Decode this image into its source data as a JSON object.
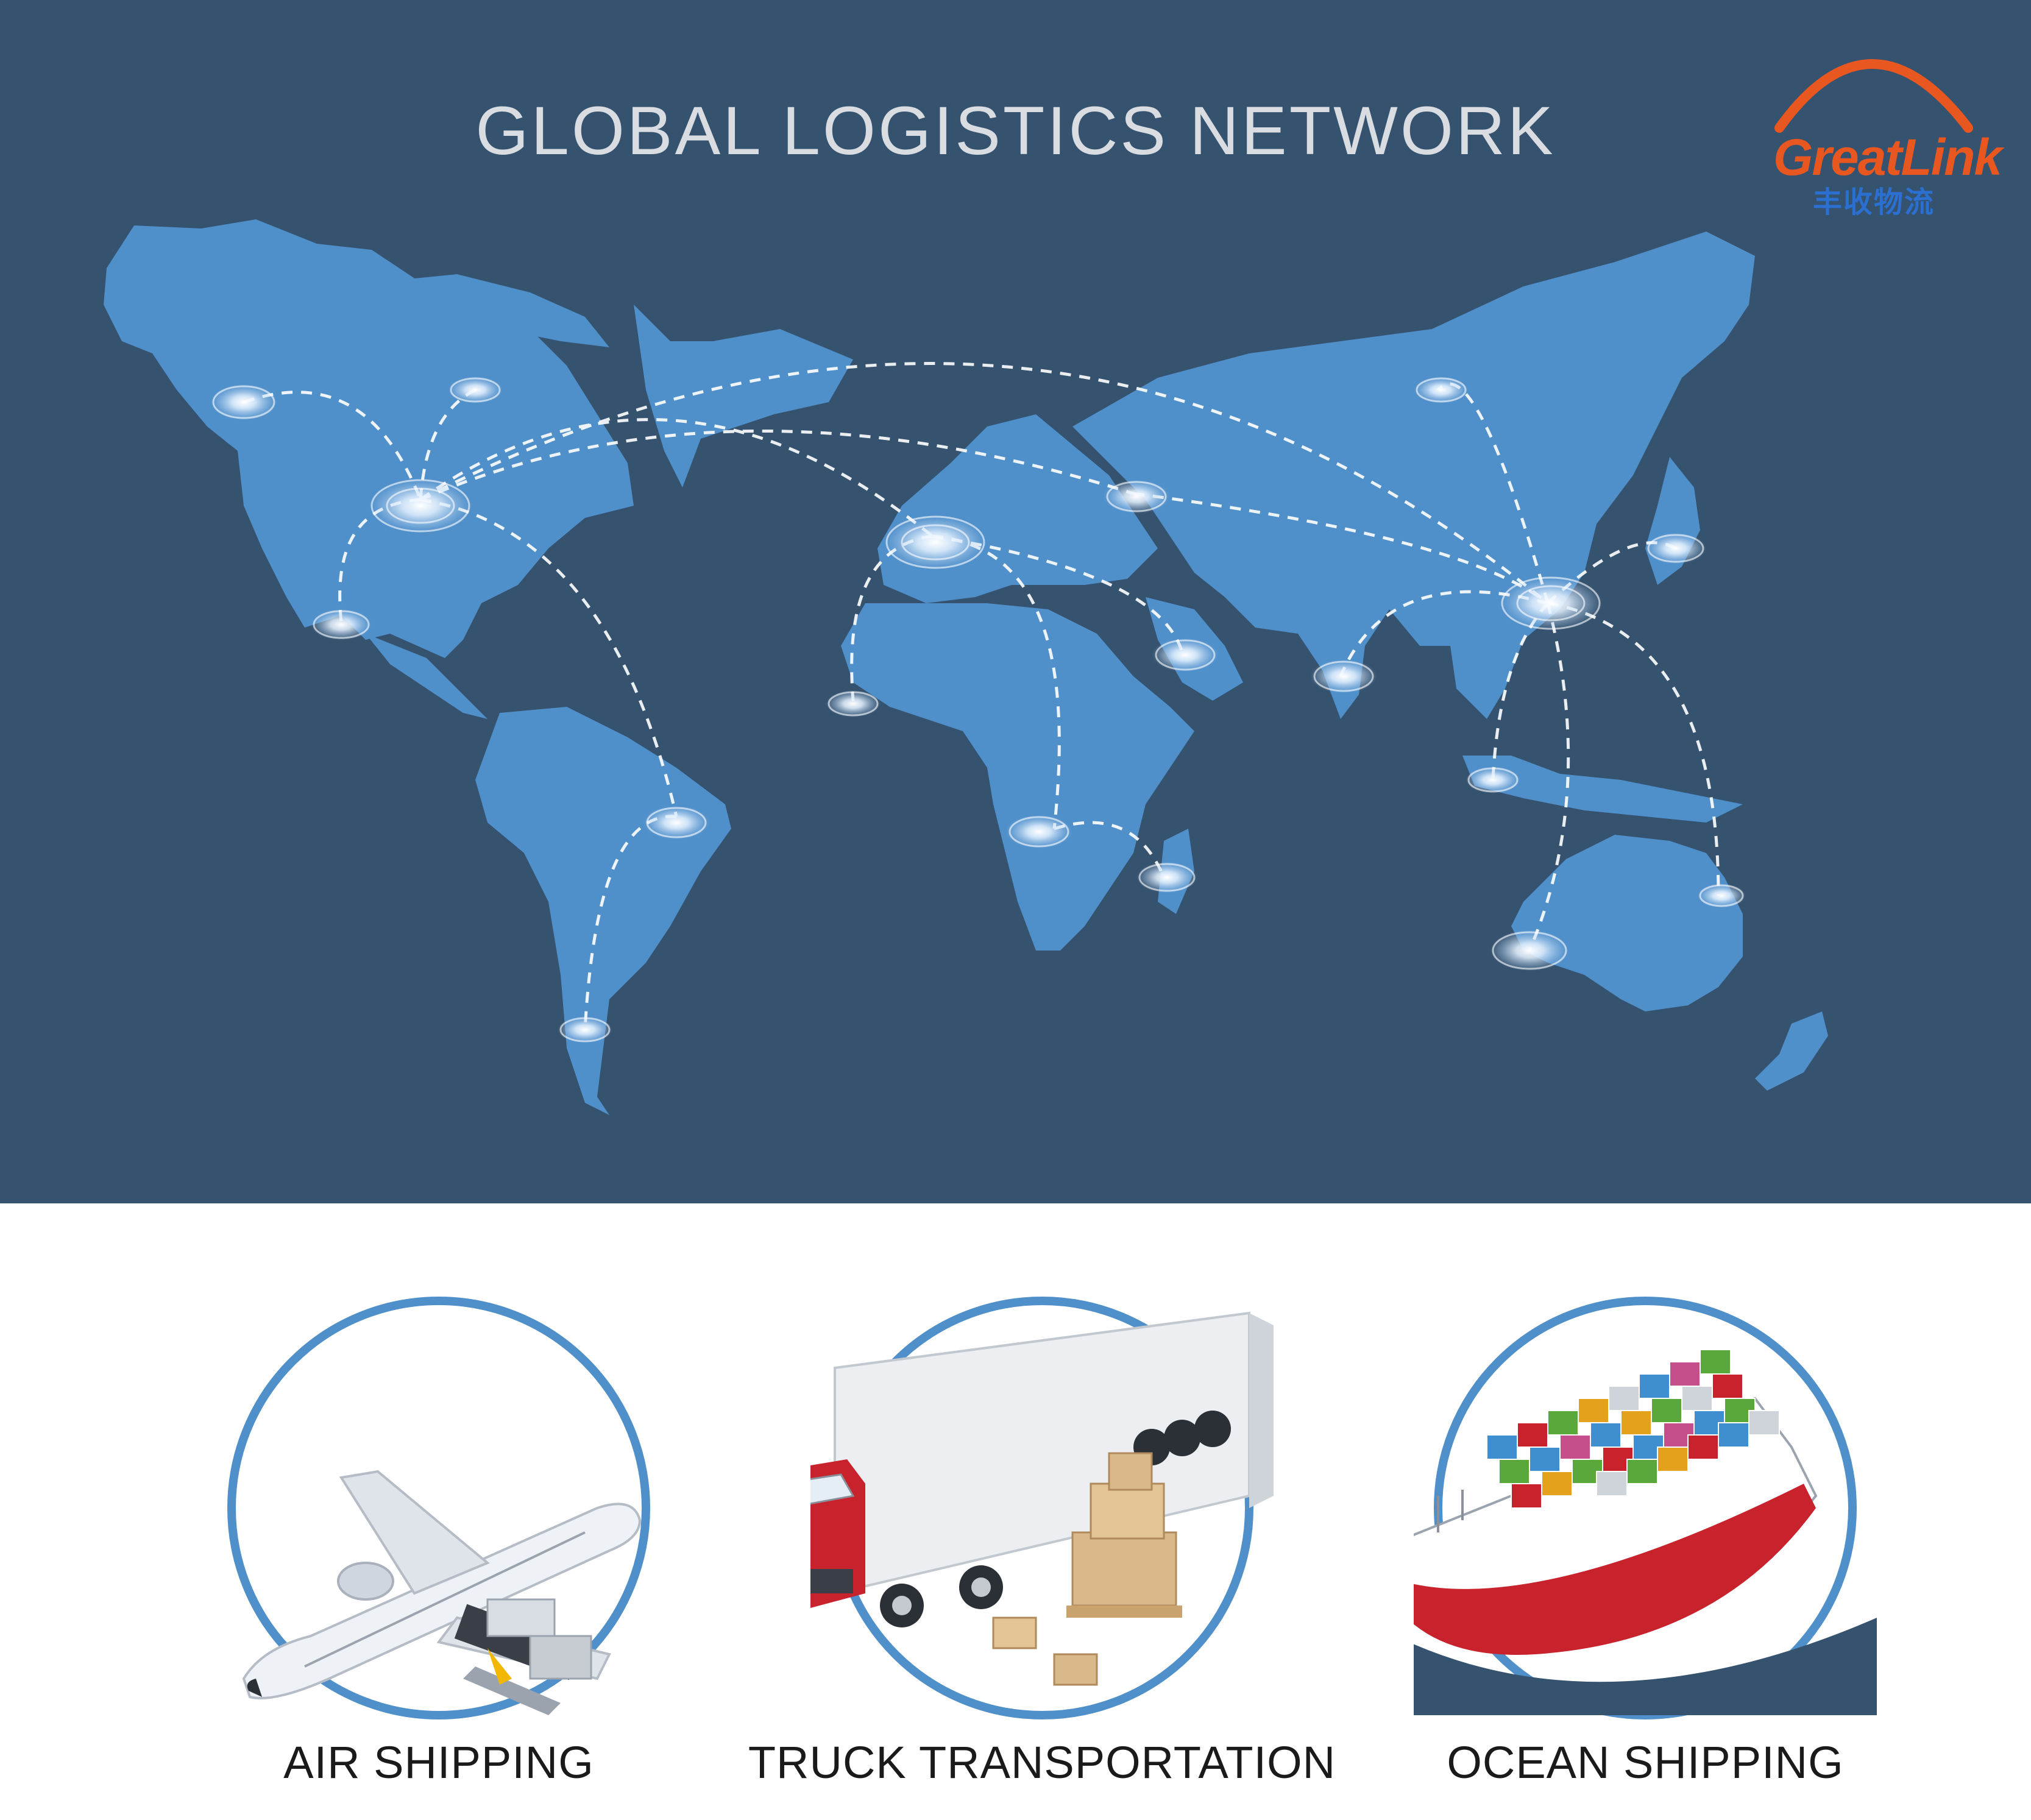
{
  "map": {
    "title": "GLOBAL LOGISTICS NETWORK",
    "background_color": "#35526f",
    "land_color": "#4f8fca",
    "route_color": "#ffffff"
  },
  "logo": {
    "wordmark": "GreatLink",
    "subtitle": "丰收物流",
    "arc_color": "#e8571f",
    "wordmark_color": "#e8571f",
    "subtitle_color": "#2b6fd0"
  },
  "services": [
    {
      "label": "AIR SHIPPING",
      "icon": "airplane-cargo-icon",
      "ring_color": "#4f8fca"
    },
    {
      "label": "TRUCK TRANSPORTATION",
      "icon": "truck-delivery-icon",
      "ring_color": "#4f8fca"
    },
    {
      "label": "OCEAN SHIPPING",
      "icon": "container-ship-icon",
      "ring_color": "#4f8fca"
    }
  ]
}
